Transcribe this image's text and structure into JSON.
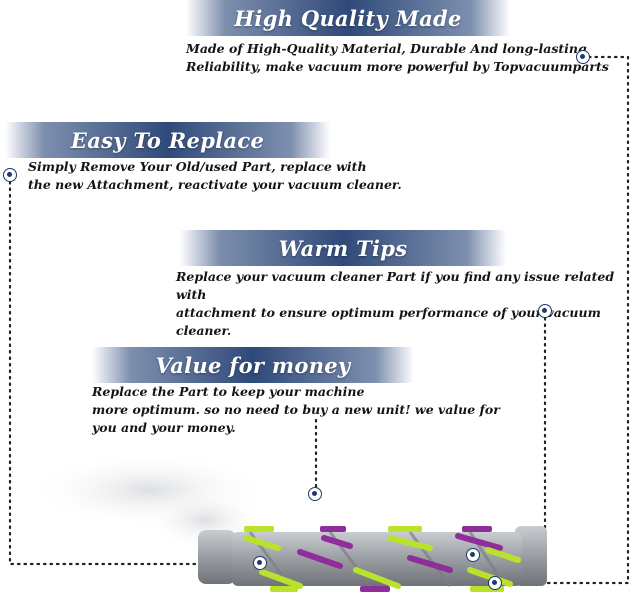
{
  "features": [
    {
      "title": "High Quality Made",
      "description": "Made of  High-Quality Material, Durable And long-lasting\nReliability, make vacuum more powerful by Topvacuumparts"
    },
    {
      "title": "Easy To Replace",
      "description": "Simply Remove Your Old/used Part, replace with\nthe new Attachment, reactivate your vacuum cleaner."
    },
    {
      "title": "Warm Tips",
      "description": "Replace your vacuum cleaner Part if you find any issue related with\nattachment to ensure optimum performance of your vacuum cleaner."
    },
    {
      "title": "Value for money",
      "description": "Replace the Part to keep your machine\nmore optimum. so no need to buy a new unit! we value for\nyou and your money."
    }
  ],
  "colors": {
    "banner": "#2f4a7a",
    "dot": "#1d3a6b",
    "brush_body": "#9a9ea3",
    "bristle_green": "#b8e22b",
    "bristle_purple": "#8e2e9a"
  }
}
